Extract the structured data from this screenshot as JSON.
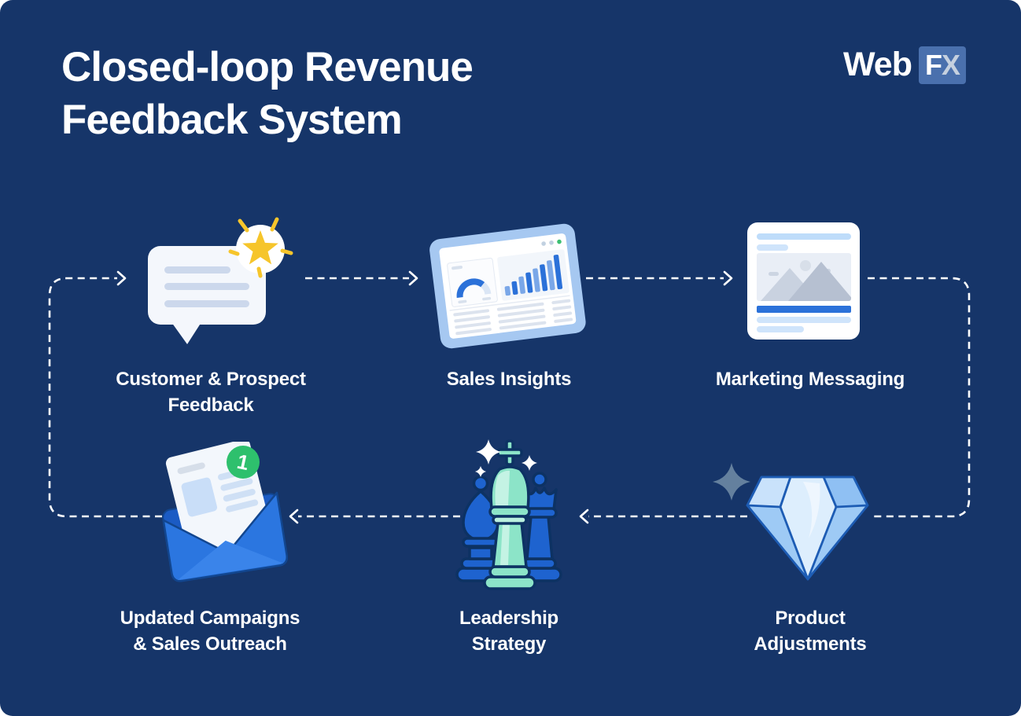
{
  "header": {
    "title": "Closed-loop Revenue\nFeedback System",
    "logo": {
      "web": "Web",
      "f": "F",
      "x": "X"
    }
  },
  "nodes": [
    {
      "label": "Customer & Prospect\nFeedback",
      "icon": "chat-bubble-star-icon"
    },
    {
      "label": "Sales Insights",
      "icon": "sales-dashboard-icon"
    },
    {
      "label": "Marketing Messaging",
      "icon": "marketing-document-icon"
    },
    {
      "label": "Updated Campaigns\n& Sales Outreach",
      "icon": "open-envelope-icon",
      "badge": "1"
    },
    {
      "label": "Leadership\nStrategy",
      "icon": "chess-pieces-icon"
    },
    {
      "label": "Product\nAdjustments",
      "icon": "diamond-icon"
    }
  ],
  "colors": {
    "background": "#163569",
    "text": "#ffffff",
    "accent_blue": "#2b74dc",
    "light_blue_bezel": "#a6c8f1",
    "star_yellow": "#f6c52b",
    "badge_green": "#2ec06d",
    "king_mint": "#8ce4c8",
    "logo_box_blue": "#4a70ad",
    "dashed_line": "#ffffff"
  }
}
